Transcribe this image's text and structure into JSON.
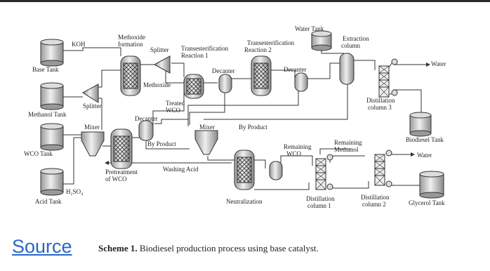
{
  "source_link": "Source",
  "caption": {
    "label": "Scheme 1.",
    "text": " Biodiesel production process using base catalyst."
  },
  "diagram": {
    "labels": {
      "water_tank": "Water Tank",
      "koh": "KOH",
      "methoxide_formation_1": "Methoxide",
      "methoxide_formation_2": "formation",
      "splitter_top": "Splitter",
      "trans1_1": "Transesterification",
      "trans1_2": "Reaction 1",
      "trans2_1": "Transesterification",
      "trans2_2": "Reaction 2",
      "extraction_1": "Extraction",
      "extraction_2": "column",
      "water_out": "Water",
      "base_tank": "Base Tank",
      "methoxide": "Methoxide",
      "decanter_a": "Decanter",
      "decanter_b": "Decanter",
      "distillation3_1": "Distillation",
      "distillation3_2": "column 3",
      "methanol_tank": "Methanol Tank",
      "splitter_left": "Splitter",
      "treated_wco_1": "Treated",
      "treated_wco_2": "WCO",
      "decanter_c": "Decanter",
      "mixer_left": "Mixer",
      "mixer_mid": "Mixer",
      "by_product_right": "By Product",
      "by_product_left": "By Product",
      "biodiesel_tank": "Biodiesel Tank",
      "wco_tank": "WCO Tank",
      "remaining_wco_1": "Remaining",
      "remaining_wco_2": "WCO",
      "remaining_methanol_1": "Remaining",
      "remaining_methanol_2": "Methanol",
      "water_in": "Water",
      "pretreatment_1": "Pretreatment",
      "pretreatment_2": "of WCO",
      "washing_acid": "Washing Acid",
      "h2so4": "H₂SO₄",
      "acid_tank": "Acid Tank",
      "neutralization": "Neutralization",
      "distillation1_1": "Distillation",
      "distillation1_2": "column 1",
      "distillation2_1": "Distillation",
      "distillation2_2": "column 2",
      "glycerol_tank": "Glycerol Tank"
    }
  }
}
